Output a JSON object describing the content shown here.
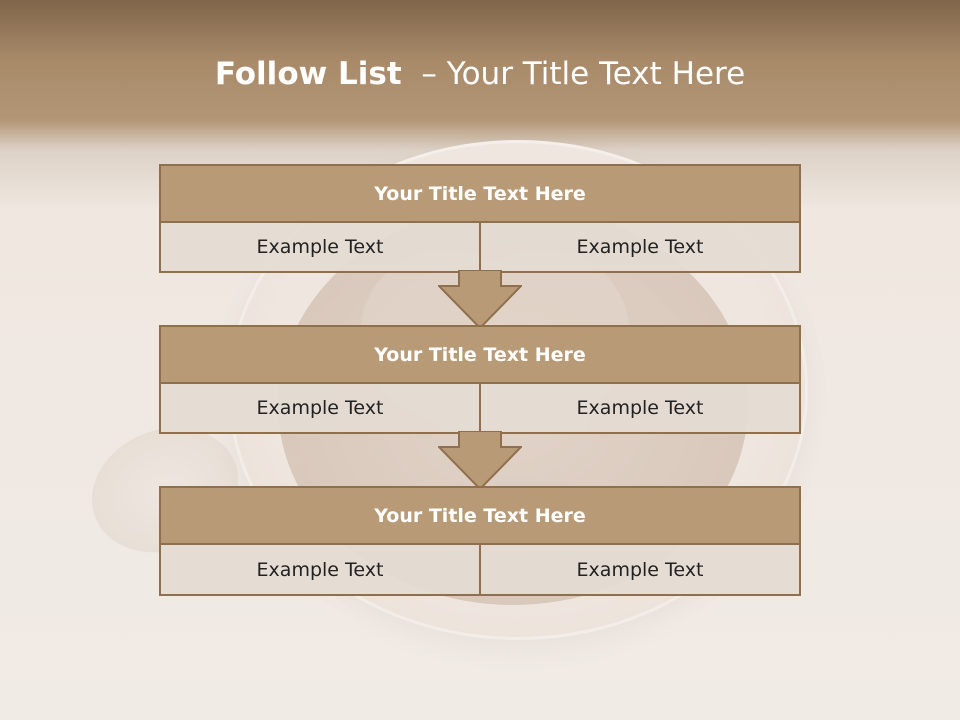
{
  "slide": {
    "title_bold": "Follow List",
    "title_rest": "  – Your Title Text Here"
  },
  "blocks": [
    {
      "title": "Your Title Text Here",
      "left": "Example Text",
      "right": "Example Text"
    },
    {
      "title": "Your Title Text Here",
      "left": "Example Text",
      "right": "Example Text"
    },
    {
      "title": "Your Title Text Here",
      "left": "Example Text",
      "right": "Example Text"
    }
  ],
  "colors": {
    "header_band": "#a88a69",
    "block_header": "#b99a77",
    "block_border": "#8f6f4c",
    "cell_bg": "#e4dbd3"
  }
}
